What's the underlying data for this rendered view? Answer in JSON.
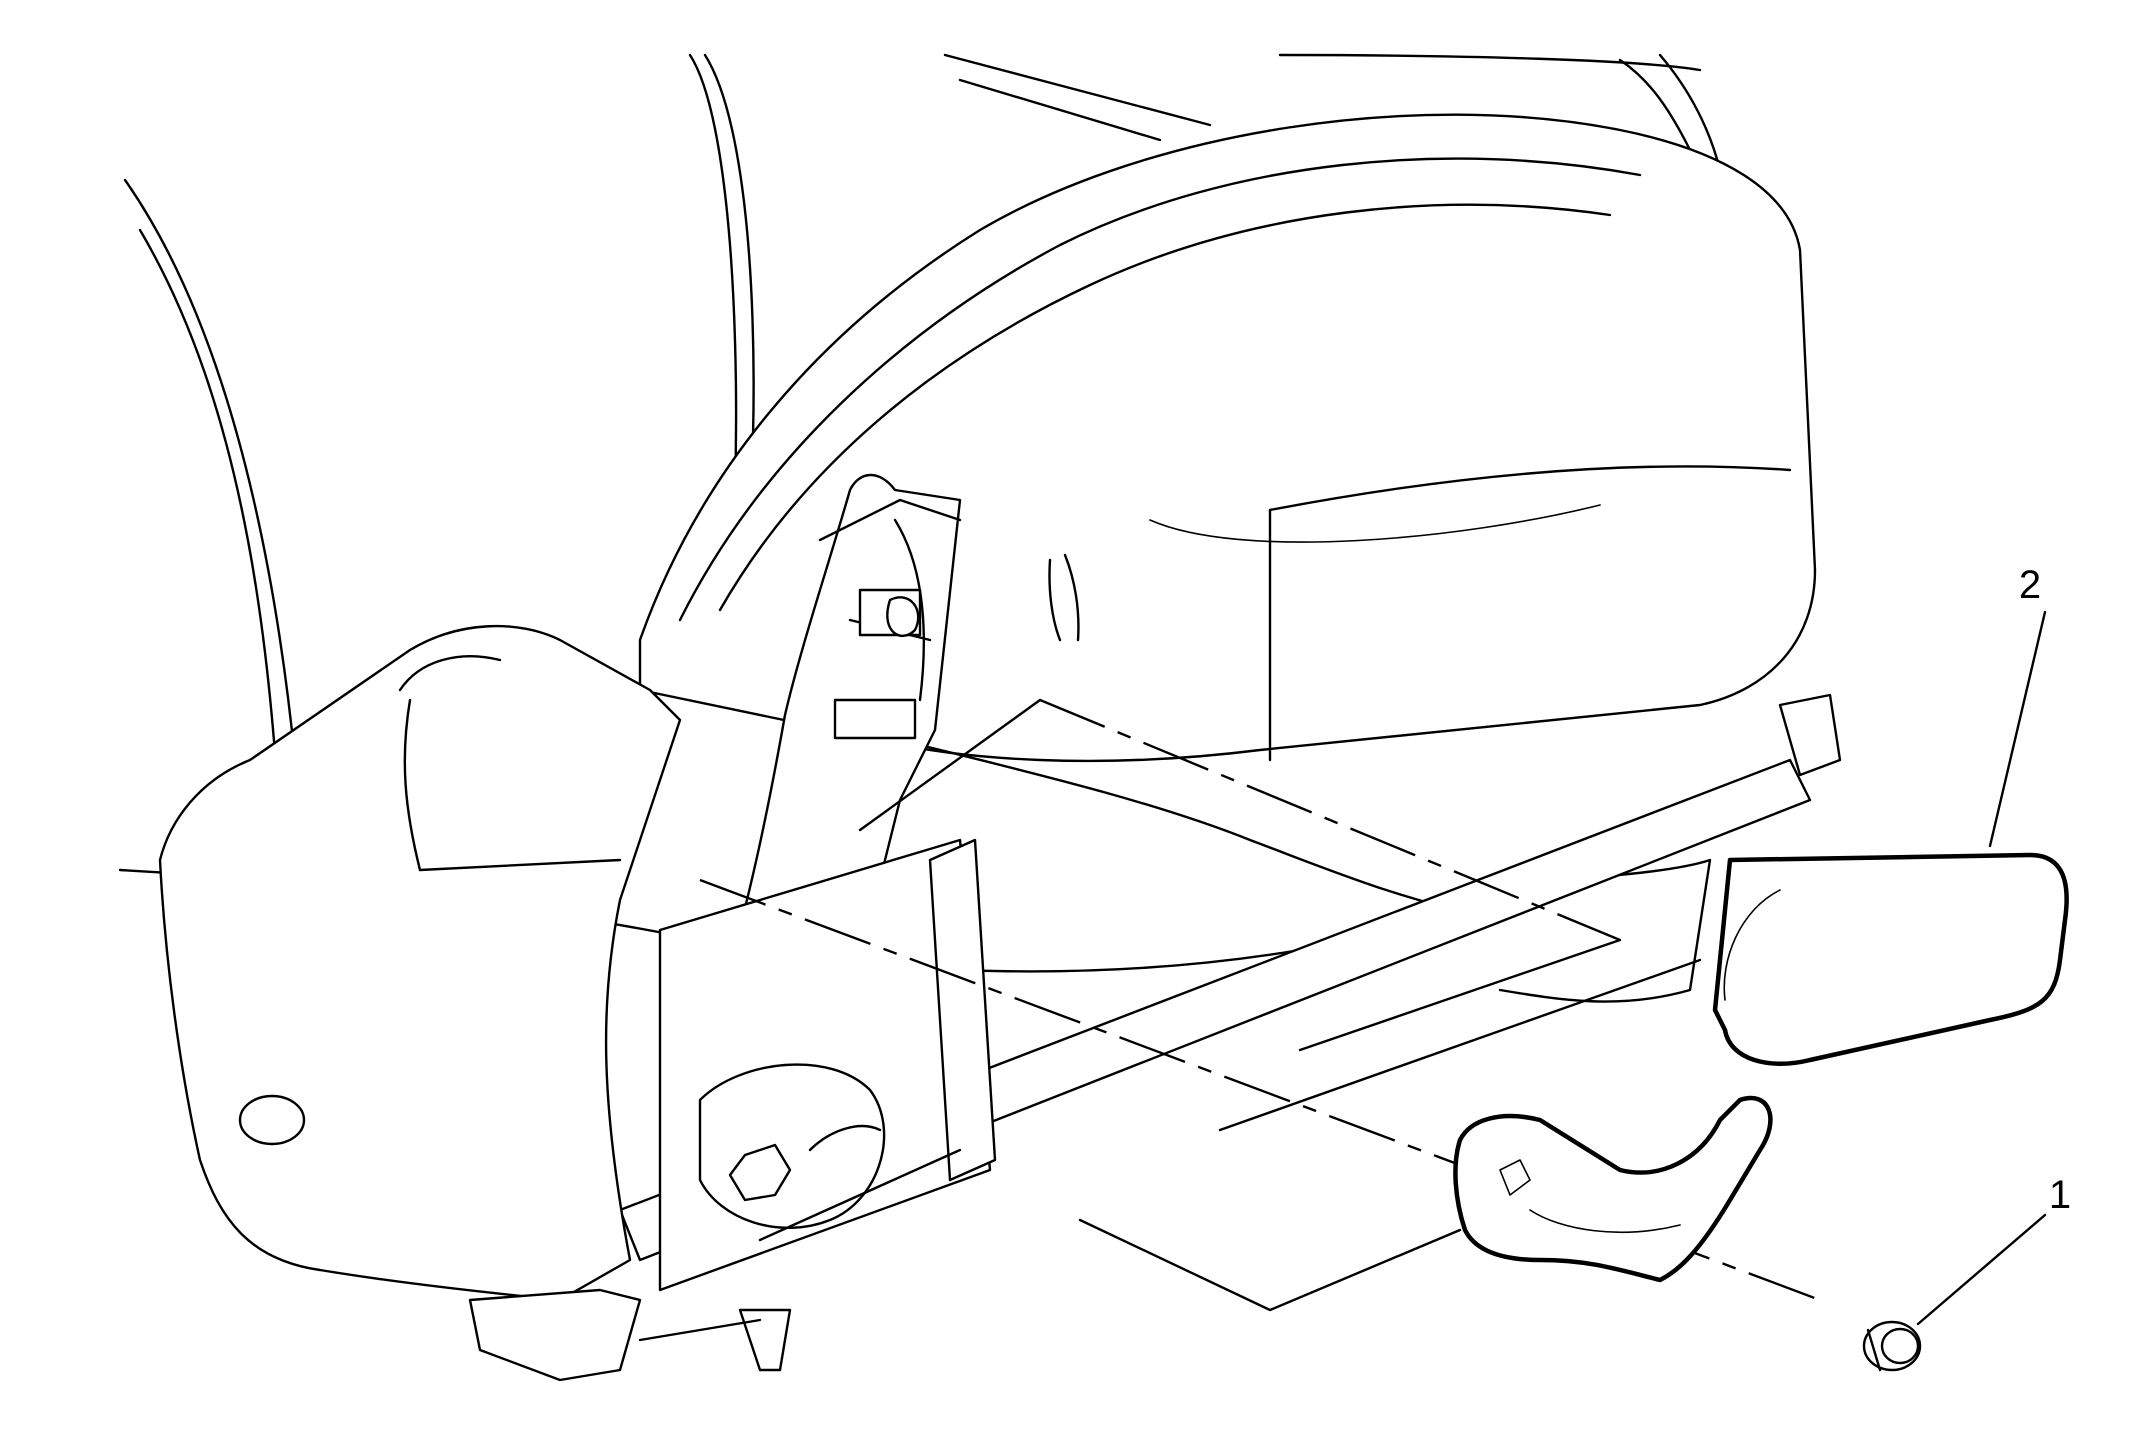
{
  "diagram": {
    "callouts": [
      {
        "label": "1",
        "part": "fastener"
      },
      {
        "label": "2",
        "part": "armrest"
      }
    ],
    "colors": {
      "line": "#000000",
      "background": "#ffffff"
    }
  }
}
